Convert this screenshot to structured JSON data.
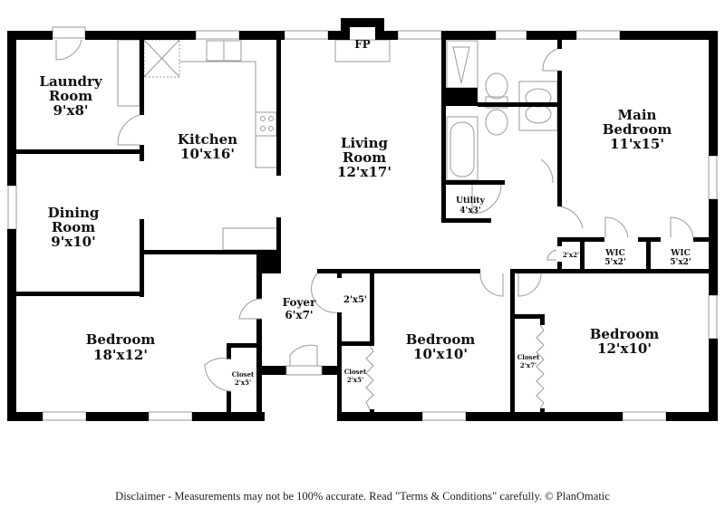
{
  "floorplan": {
    "rooms": [
      {
        "id": "laundry",
        "name_line1": "Laundry",
        "name_line2": "Room",
        "dims": "9'x8'"
      },
      {
        "id": "kitchen",
        "name_line1": "Kitchen",
        "name_line2": "",
        "dims": "10'x16'"
      },
      {
        "id": "living",
        "name_line1": "Living",
        "name_line2": "Room",
        "dims": "12'x17'"
      },
      {
        "id": "main-bedroom",
        "name_line1": "Main",
        "name_line2": "Bedroom",
        "dims": "11'x15'"
      },
      {
        "id": "dining",
        "name_line1": "Dining",
        "name_line2": "Room",
        "dims": "9'x10'"
      },
      {
        "id": "utility",
        "name_line1": "Utility",
        "name_line2": "",
        "dims": "4'x3'"
      },
      {
        "id": "closet-2x2",
        "name_line1": "",
        "name_line2": "",
        "dims": "2'x2'"
      },
      {
        "id": "wic-1",
        "name_line1": "WIC",
        "name_line2": "",
        "dims": "5'x2'"
      },
      {
        "id": "wic-2",
        "name_line1": "WIC",
        "name_line2": "",
        "dims": "5'x2'"
      },
      {
        "id": "foyer",
        "name_line1": "Foyer",
        "name_line2": "",
        "dims": "6'x7'"
      },
      {
        "id": "foyer-closet",
        "name_line1": "",
        "name_line2": "",
        "dims": "2'x5'"
      },
      {
        "id": "bedroom-1",
        "name_line1": "Bedroom",
        "name_line2": "",
        "dims": "18'x12'"
      },
      {
        "id": "bedroom-1-closet",
        "name_line1": "Closet",
        "name_line2": "",
        "dims": "2'x5'"
      },
      {
        "id": "bedroom-2",
        "name_line1": "Bedroom",
        "name_line2": "",
        "dims": "10'x10'"
      },
      {
        "id": "bedroom-2-closet",
        "name_line1": "Closet",
        "name_line2": "",
        "dims": "2'x5'"
      },
      {
        "id": "bedroom-3",
        "name_line1": "Bedroom",
        "name_line2": "",
        "dims": "12'x10'"
      },
      {
        "id": "bedroom-3-closet",
        "name_line1": "Closet",
        "name_line2": "",
        "dims": "2'x7'"
      }
    ],
    "fireplace_label": "FP"
  },
  "footer": {
    "disclaimer": "Disclaimer - Measurements may not be 100% accurate. Read \"Terms & Conditions\" carefully. © PlanOmatic"
  }
}
